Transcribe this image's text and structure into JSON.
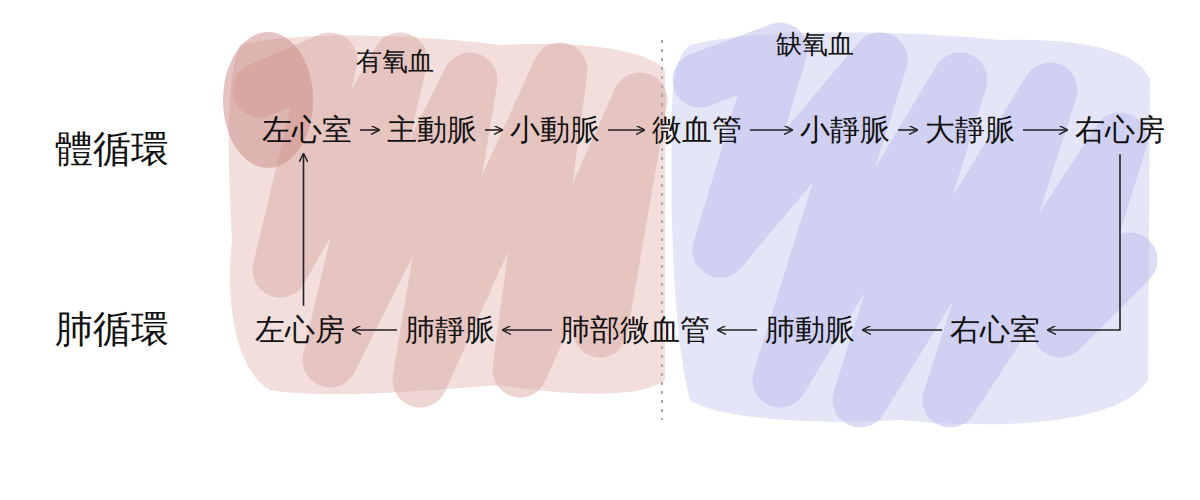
{
  "diagram": {
    "nodes": [
      {
        "text": [
          "左心室"
        ]
      },
      {
        "text": [
          "主動脈"
        ]
      },
      {
        "text": [
          "小動脈"
        ]
      },
      {
        "text": [
          "微血管"
        ]
      },
      {
        "text": [
          "小靜脈"
        ]
      },
      {
        "text": [
          "大靜脈"
        ]
      },
      {
        "text": [
          "右心房"
        ]
      },
      {
        "text": [
          "左心房"
        ]
      },
      {
        "text": [
          "肺靜脈"
        ]
      },
      {
        "text": [
          "肺部微血管"
        ]
      },
      {
        "text": [
          "肺動脈"
        ]
      },
      {
        "text": [
          "右心室"
        ]
      }
    ],
    "edges": [
      {
        "from": 0,
        "to": 1,
        "arrow": "to"
      },
      {
        "from": 1,
        "to": 2,
        "arrow": "to"
      },
      {
        "from": 2,
        "to": 3,
        "arrow": "to"
      },
      {
        "from": 3,
        "to": 4,
        "arrow": "to"
      },
      {
        "from": 4,
        "to": 5,
        "arrow": "to"
      },
      {
        "from": 5,
        "to": 6,
        "arrow": "to"
      },
      {
        "from": 6,
        "to": 11,
        "arrow": "to"
      },
      {
        "from": 11,
        "to": 10,
        "arrow": "to"
      },
      {
        "from": 10,
        "to": 9,
        "arrow": "to"
      },
      {
        "from": 9,
        "to": 8,
        "arrow": "to"
      },
      {
        "from": 8,
        "to": 7,
        "arrow": "to"
      },
      {
        "from": 7,
        "to": 0,
        "arrow": "to"
      }
    ],
    "labels": [
      "有氧血",
      "缺氧血",
      "體循環",
      "肺循環"
    ]
  }
}
